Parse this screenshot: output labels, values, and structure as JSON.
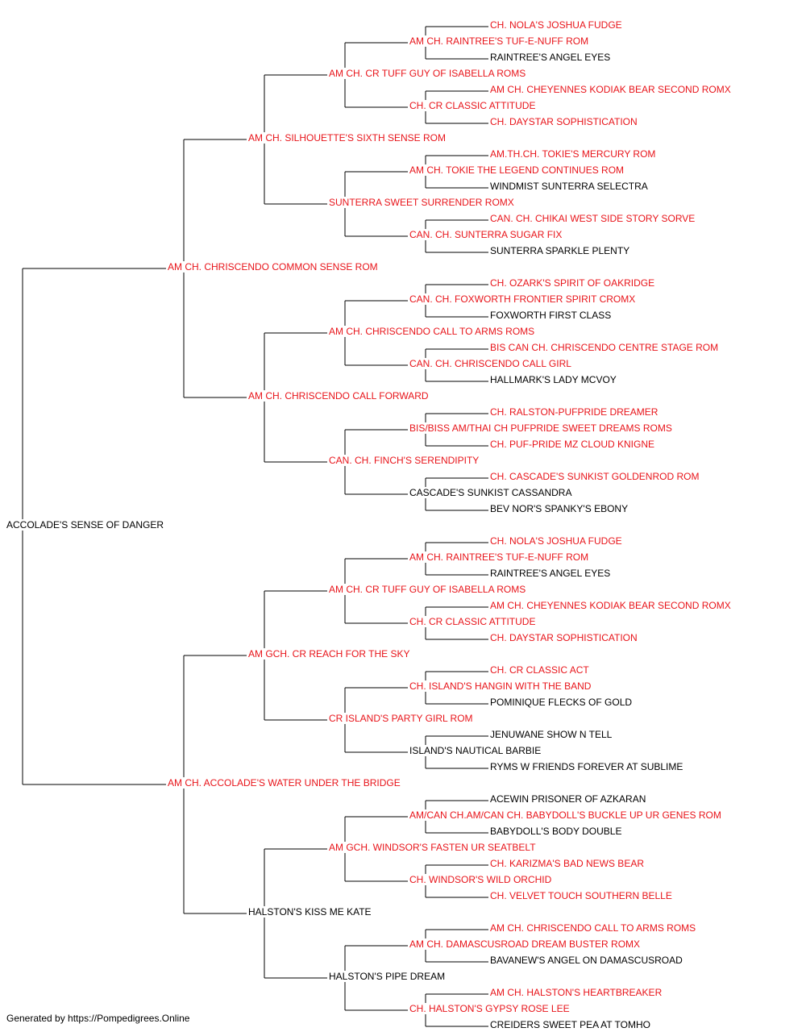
{
  "colors": {
    "champion": "#e8141a",
    "regular": "#000000",
    "line": "#000000"
  },
  "footer": "Generated by https://Pompedigrees.Online",
  "pedigree": {
    "name": "ACCOLADE'S SENSE OF DANGER",
    "champion": false,
    "sire": {
      "name": "AM CH. CHRISCENDO COMMON SENSE ROM",
      "champion": true,
      "sire": {
        "name": "AM CH. SILHOUETTE'S SIXTH SENSE ROM",
        "champion": true,
        "sire": {
          "name": "AM CH. CR TUFF GUY OF ISABELLA ROMS",
          "champion": true,
          "sire": {
            "name": "AM CH. RAINTREE'S TUF-E-NUFF ROM",
            "champion": true,
            "sire": {
              "name": "CH. NOLA'S JOSHUA FUDGE",
              "champion": true
            },
            "dam": {
              "name": "RAINTREE'S ANGEL EYES",
              "champion": false
            }
          },
          "dam": {
            "name": "CH. CR CLASSIC ATTITUDE",
            "champion": true,
            "sire": {
              "name": "AM CH. CHEYENNES KODIAK BEAR SECOND ROMX",
              "champion": true
            },
            "dam": {
              "name": "CH. DAYSTAR SOPHISTICATION",
              "champion": true
            }
          }
        },
        "dam": {
          "name": "SUNTERRA SWEET SURRENDER ROMX",
          "champion": true,
          "sire": {
            "name": "AM CH. TOKIE THE LEGEND CONTINUES ROM",
            "champion": true,
            "sire": {
              "name": "AM.TH.CH. TOKIE'S MERCURY ROM",
              "champion": true
            },
            "dam": {
              "name": "WINDMIST SUNTERRA SELECTRA",
              "champion": false
            }
          },
          "dam": {
            "name": "CAN. CH. SUNTERRA SUGAR FIX",
            "champion": true,
            "sire": {
              "name": "CAN. CH. CHIKAI WEST SIDE STORY SORVE",
              "champion": true
            },
            "dam": {
              "name": "SUNTERRA SPARKLE PLENTY",
              "champion": false
            }
          }
        }
      },
      "dam": {
        "name": "AM CH. CHRISCENDO CALL FORWARD",
        "champion": true,
        "sire": {
          "name": "AM CH. CHRISCENDO CALL TO ARMS ROMS",
          "champion": true,
          "sire": {
            "name": "CAN. CH. FOXWORTH FRONTIER SPIRIT CROMX",
            "champion": true,
            "sire": {
              "name": "CH. OZARK'S SPIRIT OF OAKRIDGE",
              "champion": true
            },
            "dam": {
              "name": "FOXWORTH FIRST CLASS",
              "champion": false
            }
          },
          "dam": {
            "name": "CAN. CH. CHRISCENDO CALL GIRL",
            "champion": true,
            "sire": {
              "name": "BIS CAN CH. CHRISCENDO CENTRE STAGE ROM",
              "champion": true
            },
            "dam": {
              "name": "HALLMARK'S LADY MCVOY",
              "champion": false
            }
          }
        },
        "dam": {
          "name": "CAN. CH. FINCH'S SERENDIPITY",
          "champion": true,
          "sire": {
            "name": "BIS/BISS AM/THAI CH PUFPRIDE SWEET DREAMS ROMS",
            "champion": true,
            "sire": {
              "name": "CH. RALSTON-PUFPRIDE DREAMER",
              "champion": true
            },
            "dam": {
              "name": "CH. PUF-PRIDE MZ CLOUD KNIGNE",
              "champion": true
            }
          },
          "dam": {
            "name": "CASCADE'S SUNKIST CASSANDRA",
            "champion": false,
            "sire": {
              "name": "CH. CASCADE'S SUNKIST GOLDENROD ROM",
              "champion": true
            },
            "dam": {
              "name": "BEV NOR'S SPANKY'S EBONY",
              "champion": false
            }
          }
        }
      }
    },
    "dam": {
      "name": "AM CH. ACCOLADE'S WATER UNDER THE BRIDGE",
      "champion": true,
      "sire": {
        "name": "AM GCH. CR REACH FOR THE SKY",
        "champion": true,
        "sire": {
          "name": "AM CH. CR TUFF GUY OF ISABELLA ROMS",
          "champion": true,
          "sire": {
            "name": "AM CH. RAINTREE'S TUF-E-NUFF ROM",
            "champion": true,
            "sire": {
              "name": "CH. NOLA'S JOSHUA FUDGE",
              "champion": true
            },
            "dam": {
              "name": "RAINTREE'S ANGEL EYES",
              "champion": false
            }
          },
          "dam": {
            "name": "CH. CR CLASSIC ATTITUDE",
            "champion": true,
            "sire": {
              "name": "AM CH. CHEYENNES KODIAK BEAR SECOND ROMX",
              "champion": true
            },
            "dam": {
              "name": "CH. DAYSTAR SOPHISTICATION",
              "champion": true
            }
          }
        },
        "dam": {
          "name": "CR ISLAND'S PARTY GIRL ROM",
          "champion": true,
          "sire": {
            "name": "CH. ISLAND'S HANGIN WITH THE BAND",
            "champion": true,
            "sire": {
              "name": "CH. CR CLASSIC ACT",
              "champion": true
            },
            "dam": {
              "name": "POMINIQUE FLECKS OF GOLD",
              "champion": false
            }
          },
          "dam": {
            "name": "ISLAND'S NAUTICAL BARBIE",
            "champion": false,
            "sire": {
              "name": "JENUWANE SHOW N TELL",
              "champion": false
            },
            "dam": {
              "name": "RYMS W FRIENDS FOREVER AT SUBLIME",
              "champion": false
            }
          }
        }
      },
      "dam": {
        "name": "HALSTON'S KISS ME KATE",
        "champion": false,
        "sire": {
          "name": "AM GCH. WINDSOR'S FASTEN UR SEATBELT",
          "champion": true,
          "sire": {
            "name": "AM/CAN CH.AM/CAN CH. BABYDOLL'S BUCKLE UP UR GENES ROM",
            "champion": true,
            "sire": {
              "name": "ACEWIN PRISONER OF AZKARAN",
              "champion": false
            },
            "dam": {
              "name": "BABYDOLL'S BODY DOUBLE",
              "champion": false
            }
          },
          "dam": {
            "name": "CH. WINDSOR'S WILD ORCHID",
            "champion": true,
            "sire": {
              "name": "CH. KARIZMA'S BAD NEWS BEAR",
              "champion": true
            },
            "dam": {
              "name": "CH. VELVET TOUCH SOUTHERN BELLE",
              "champion": true
            }
          }
        },
        "dam": {
          "name": "HALSTON'S PIPE DREAM",
          "champion": false,
          "sire": {
            "name": "AM CH. DAMASCUSROAD DREAM BUSTER ROMX",
            "champion": true,
            "sire": {
              "name": "AM CH. CHRISCENDO CALL TO ARMS ROMS",
              "champion": true
            },
            "dam": {
              "name": "BAVANEW'S ANGEL ON DAMASCUSROAD",
              "champion": false
            }
          },
          "dam": {
            "name": "CH. HALSTON'S GYPSY ROSE LEE",
            "champion": true,
            "sire": {
              "name": "AM CH. HALSTON'S HEARTBREAKER",
              "champion": true
            },
            "dam": {
              "name": "CREIDERS SWEET PEA AT TOMHO",
              "champion": false
            }
          }
        }
      }
    }
  }
}
